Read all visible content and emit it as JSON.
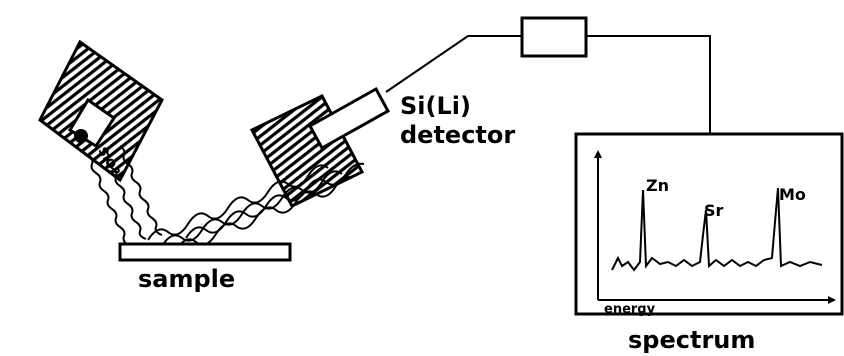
{
  "labels": {
    "detector": [
      "Si(Li)",
      "detector"
    ],
    "sample": "sample",
    "spectrum": "spectrum",
    "axis": "energy",
    "source": "SiO2"
  },
  "peaks": [
    {
      "label": "Zn"
    },
    {
      "label": "Sr"
    },
    {
      "label": "Mo"
    }
  ],
  "colors": {
    "ink": "#000000",
    "paper": "#ffffff"
  }
}
